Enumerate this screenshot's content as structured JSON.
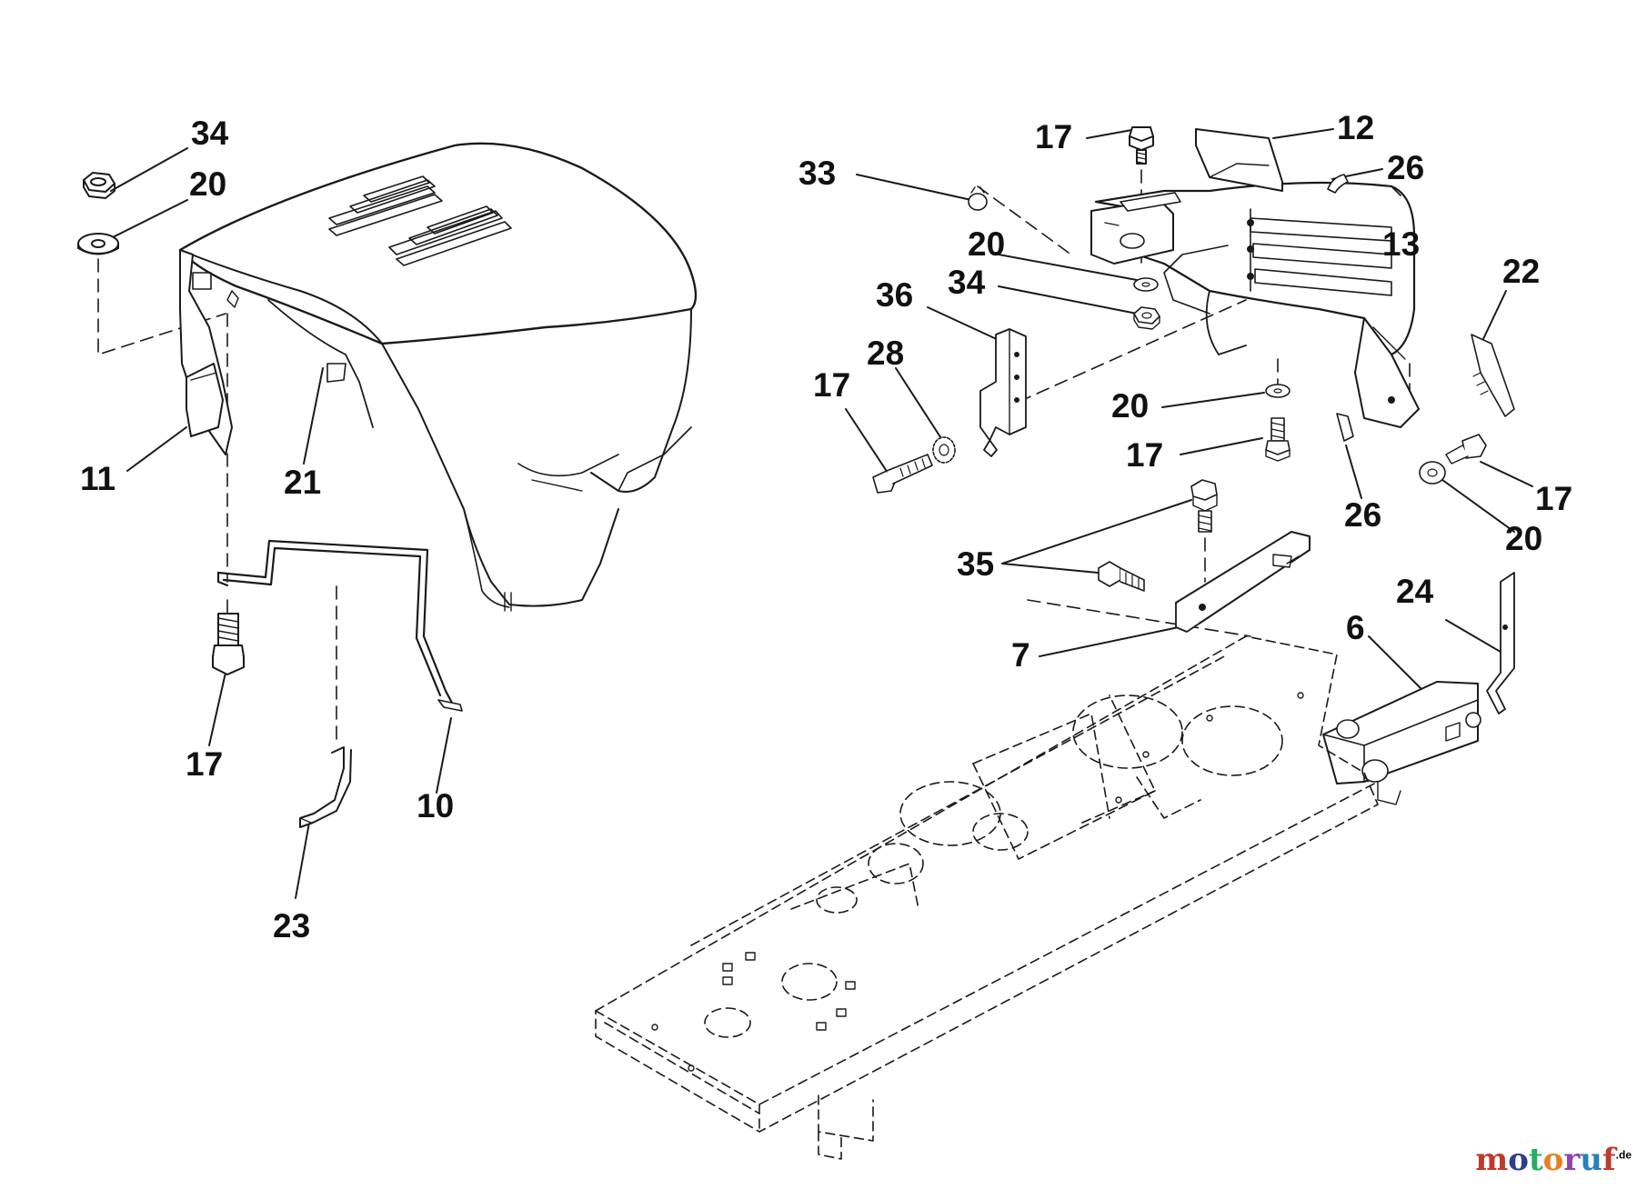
{
  "callouts": {
    "c34a": "34",
    "c20a": "20",
    "c11": "11",
    "c21": "21",
    "c17a": "17",
    "c10": "10",
    "c23": "23",
    "c17b": "17",
    "c12": "12",
    "c33": "33",
    "c26a": "26",
    "c13": "13",
    "c20b": "20",
    "c34b": "34",
    "c36": "36",
    "c22": "22",
    "c28": "28",
    "c17c": "17",
    "c20c": "20",
    "c17d": "17",
    "c26b": "26",
    "c17e": "17",
    "c20d": "20",
    "c35": "35",
    "c7": "7",
    "c24": "24",
    "c6": "6"
  },
  "watermark": {
    "text": "motoruf",
    "suffix": ".de",
    "colors": {
      "m": "#c0392b",
      "o1": "#2c3e90",
      "t": "#27ae60",
      "o2": "#e67e22",
      "r": "#8e44ad",
      "u": "#2980b9",
      "f": "#c0392b"
    }
  },
  "colors": {
    "line": "#1a1a1a",
    "fill": "#ffffff",
    "shade": "#e8e8e8"
  }
}
